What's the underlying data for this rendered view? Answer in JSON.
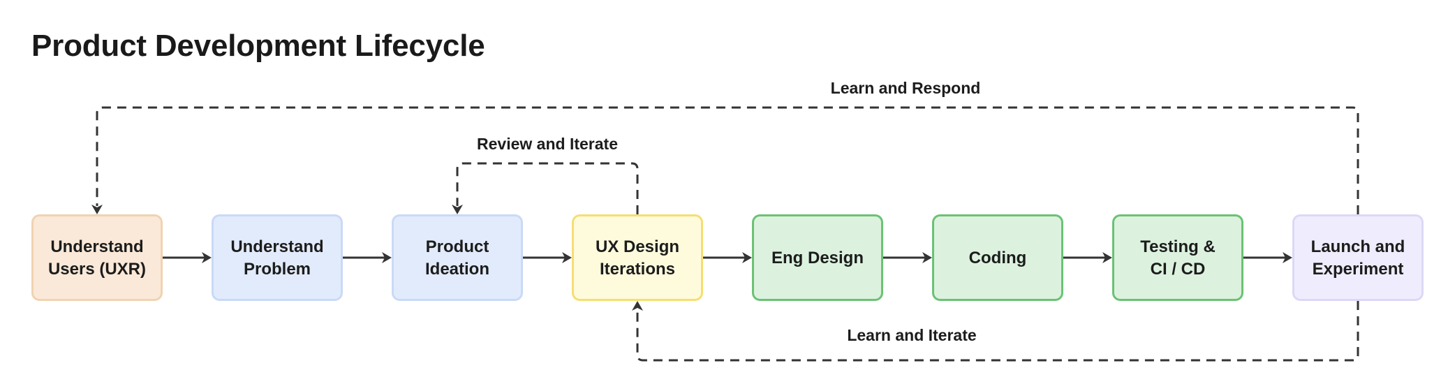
{
  "title": "Product Development Lifecycle",
  "nodes": [
    {
      "id": "uxr",
      "lines": [
        "Understand",
        "Users (UXR)"
      ],
      "fill": "#fae9d8",
      "stroke": "#f0d3b1"
    },
    {
      "id": "problem",
      "lines": [
        "Understand",
        "Problem"
      ],
      "fill": "#e2ebfc",
      "stroke": "#c9daf6"
    },
    {
      "id": "ideation",
      "lines": [
        "Product",
        "Ideation"
      ],
      "fill": "#e2ebfc",
      "stroke": "#c9daf6"
    },
    {
      "id": "ux-design",
      "lines": [
        "UX Design",
        "Iterations"
      ],
      "fill": "#fefbdd",
      "stroke": "#f6de72"
    },
    {
      "id": "eng-design",
      "lines": [
        "Eng Design"
      ],
      "fill": "#dcf2df",
      "stroke": "#6bc274"
    },
    {
      "id": "coding",
      "lines": [
        "Coding"
      ],
      "fill": "#dcf2df",
      "stroke": "#6bc274"
    },
    {
      "id": "testing",
      "lines": [
        "Testing &",
        "CI / CD"
      ],
      "fill": "#dcf2df",
      "stroke": "#6bc274"
    },
    {
      "id": "launch",
      "lines": [
        "Launch and",
        "Experiment"
      ],
      "fill": "#efedfd",
      "stroke": "#dcd8f6"
    }
  ],
  "edges": [
    {
      "from": "uxr",
      "to": "problem"
    },
    {
      "from": "problem",
      "to": "ideation"
    },
    {
      "from": "ideation",
      "to": "ux-design"
    },
    {
      "from": "ux-design",
      "to": "eng-design"
    },
    {
      "from": "eng-design",
      "to": "coding"
    },
    {
      "from": "coding",
      "to": "testing"
    },
    {
      "from": "testing",
      "to": "launch"
    }
  ],
  "loops": [
    {
      "id": "learn-and-respond",
      "label": "Learn and Respond",
      "from": "launch",
      "to": "uxr",
      "side": "top"
    },
    {
      "id": "review-and-iterate",
      "label": "Review and Iterate",
      "from": "ux-design",
      "to": "ideation",
      "side": "top"
    },
    {
      "id": "learn-and-iterate",
      "label": "Learn and Iterate",
      "from": "launch",
      "to": "ux-design",
      "side": "bottom"
    }
  ]
}
